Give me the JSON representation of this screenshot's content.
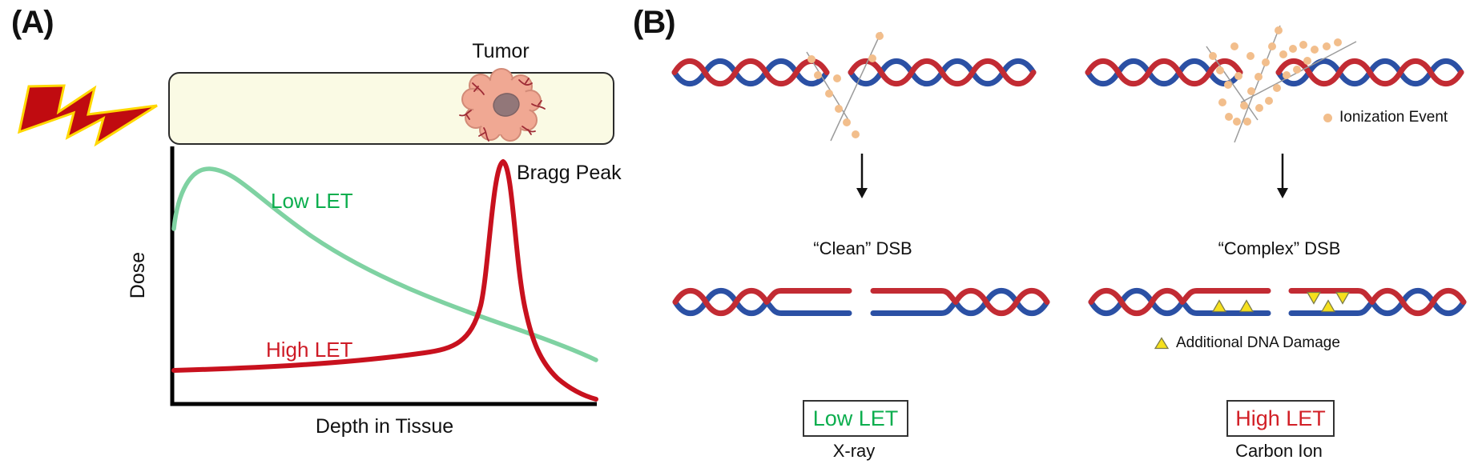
{
  "panel_a": {
    "label": "(A)",
    "tumor_label": "Tumor",
    "bragg_peak_label": "Bragg Peak",
    "low_let_curve_label": "Low LET",
    "high_let_curve_label": "High LET",
    "y_axis_label": "Dose",
    "x_axis_label": "Depth in Tissue",
    "colors": {
      "low_let_curve": "#7FD2A2",
      "low_let_text": "#0CAE4E",
      "high_let_curve": "#C8111E",
      "high_let_text": "#D22027",
      "axis": "#000000",
      "tissue_fill": "#FAFAE4",
      "lightning_fill": "#C00B10",
      "lightning_outline": "#FFD800",
      "tumor_body": "#F0A893",
      "tumor_nucleus": "#927779",
      "tumor_vessels": "#9E2B35"
    }
  },
  "panel_b": {
    "label": "(B)",
    "left_column": {
      "dsb_label": "“Clean” DSB",
      "box_label": "Low LET",
      "source_label": "X-ray"
    },
    "right_column": {
      "dsb_label": "“Complex” DSB",
      "box_label": "High LET",
      "source_label": "Carbon Ion"
    },
    "legend": {
      "ionization_label": "Ionization Event",
      "additional_damage_label": "Additional DNA Damage",
      "ionization_dot_color": "#F2BE8C",
      "damage_triangle_color": "#F6E01D"
    },
    "dna_colors": {
      "strand_red": "#C22B33",
      "strand_blue": "#2B50A4",
      "track_gray": "#9b9b9b"
    }
  },
  "chart_data": {
    "type": "line",
    "title": "",
    "xlabel": "Depth in Tissue",
    "ylabel": "Dose",
    "x_units": "normalized depth (0-1, unlabeled axis)",
    "y_units": "normalized dose (0-1, unlabeled axis)",
    "grid": false,
    "series": [
      {
        "name": "Low LET",
        "color": "#7FD2A2",
        "x": [
          0.0,
          0.05,
          0.09,
          0.2,
          0.35,
          0.5,
          0.65,
          0.78,
          0.9,
          1.0
        ],
        "y": [
          0.68,
          0.88,
          0.92,
          0.78,
          0.62,
          0.47,
          0.36,
          0.28,
          0.21,
          0.17
        ]
      },
      {
        "name": "High LET",
        "color": "#C8111E",
        "x": [
          0.0,
          0.2,
          0.4,
          0.55,
          0.65,
          0.72,
          0.76,
          0.78,
          0.8,
          0.83,
          0.86,
          0.93,
          1.0
        ],
        "y": [
          0.13,
          0.14,
          0.16,
          0.2,
          0.26,
          0.45,
          0.78,
          0.94,
          0.8,
          0.45,
          0.22,
          0.1,
          0.02
        ]
      }
    ],
    "annotations": [
      "Bragg Peak at High LET maximum (depth ≈ 0.78)"
    ]
  }
}
